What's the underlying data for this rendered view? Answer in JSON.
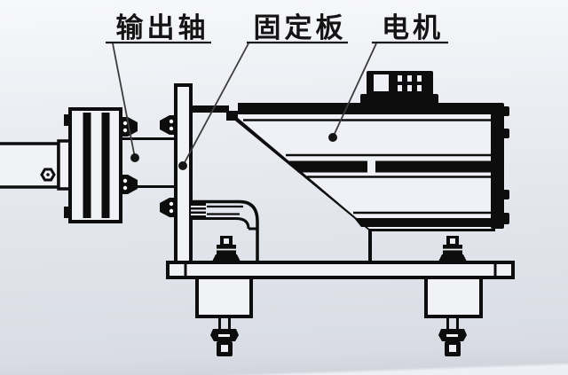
{
  "diagram": {
    "labels": {
      "output_shaft": "输出轴",
      "fixed_plate": "固定板",
      "motor": "电机"
    },
    "colors": {
      "line": "#0d0d0d",
      "fill_light": "#f1f2f6",
      "leader": "#3c3c3c",
      "background_top": "#f7f8fb",
      "background_bottom": "#d9dce4"
    }
  }
}
